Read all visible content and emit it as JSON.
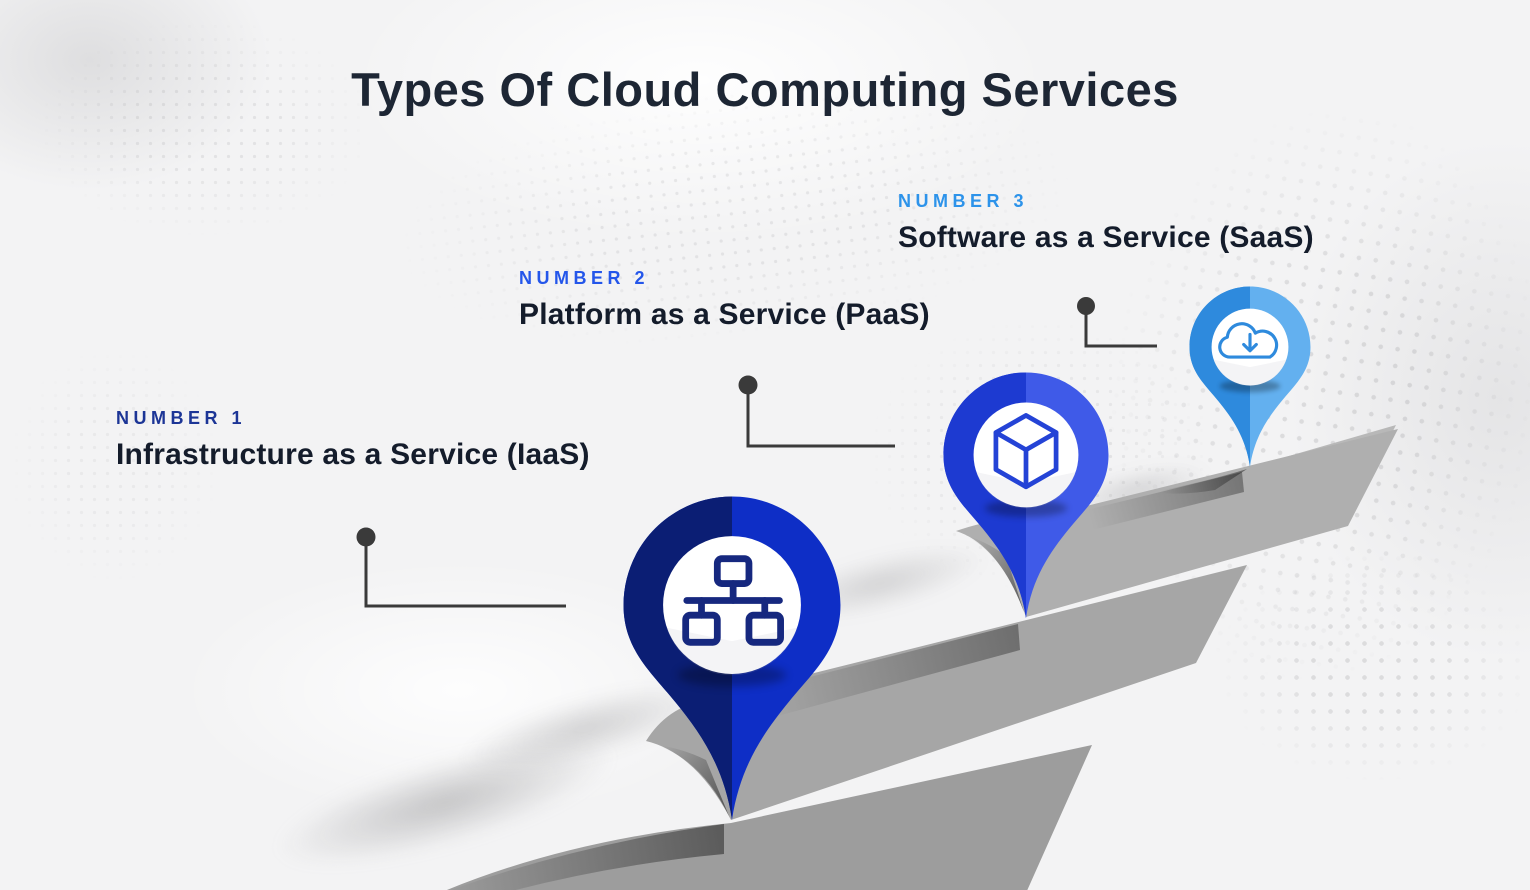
{
  "title": "Types Of Cloud Computing Services",
  "items": [
    {
      "number_label": "NUMBER 1",
      "service_name": "Infrastructure as a Service (IaaS)",
      "icon": "network-icon",
      "accent_color": "#1c3596",
      "pin_color_left": "#0b1e74",
      "pin_color_right": "#0e2ec6",
      "icon_color": "#16287f"
    },
    {
      "number_label": "NUMBER 2",
      "service_name": "Platform as a Service (PaaS)",
      "icon": "cube-icon",
      "accent_color": "#2456ea",
      "pin_color_left": "#1d3ad1",
      "pin_color_right": "#3f5ae8",
      "icon_color": "#2443d6"
    },
    {
      "number_label": "NUMBER 3",
      "service_name": "Software as a Service (SaaS)",
      "icon": "cloud-download-icon",
      "accent_color": "#2d93ea",
      "pin_color_left": "#2e8add",
      "pin_color_right": "#63b0ef",
      "icon_color": "#2e8add"
    }
  ],
  "colors": {
    "background": "#f3f3f4",
    "title_text": "#1d2634",
    "service_text": "#141c2b",
    "connector": "#3a3a3a",
    "stair_step_1": "#9d9d9d",
    "stair_step_2": "#a6a6a6",
    "stair_step_3": "#afafaf",
    "stair_step_4": "#b8b8b8",
    "pin_circle": "#ffffff"
  }
}
